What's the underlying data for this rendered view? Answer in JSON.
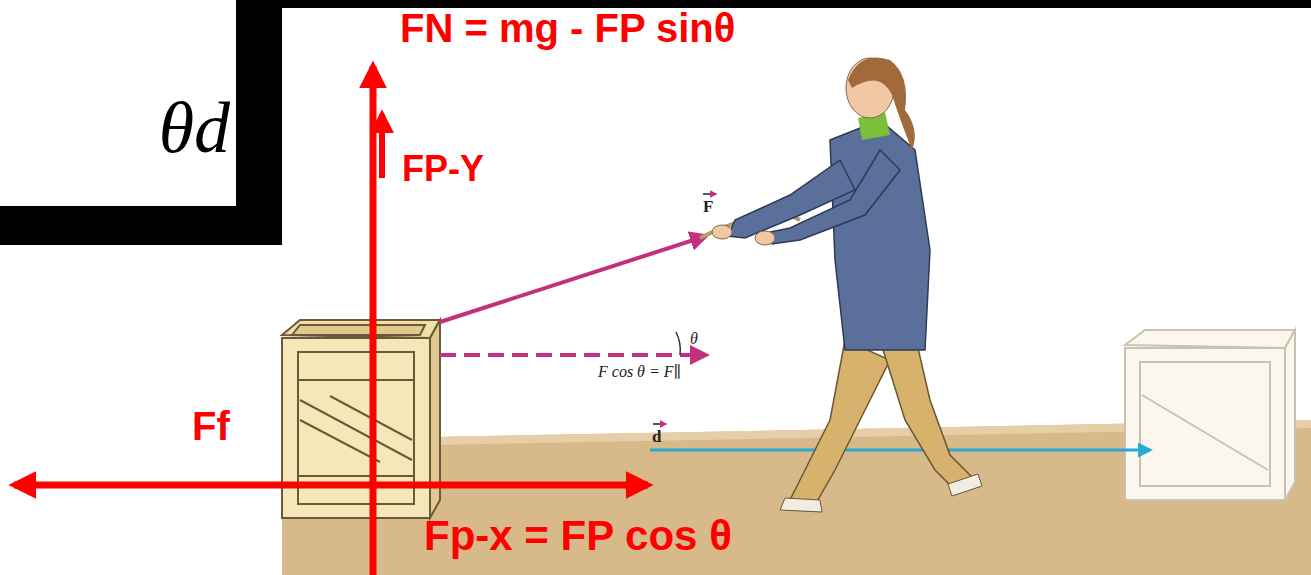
{
  "diagram": {
    "nodes": [
      {
        "text": [
          "θd"
        ]
      }
    ],
    "labels": [
      "FN = mg - FP sinθ",
      "FP-Y",
      "Ff",
      "Fp-x = FP cos θ",
      "F",
      "θ",
      "F cos θ = F∥",
      "d"
    ]
  }
}
